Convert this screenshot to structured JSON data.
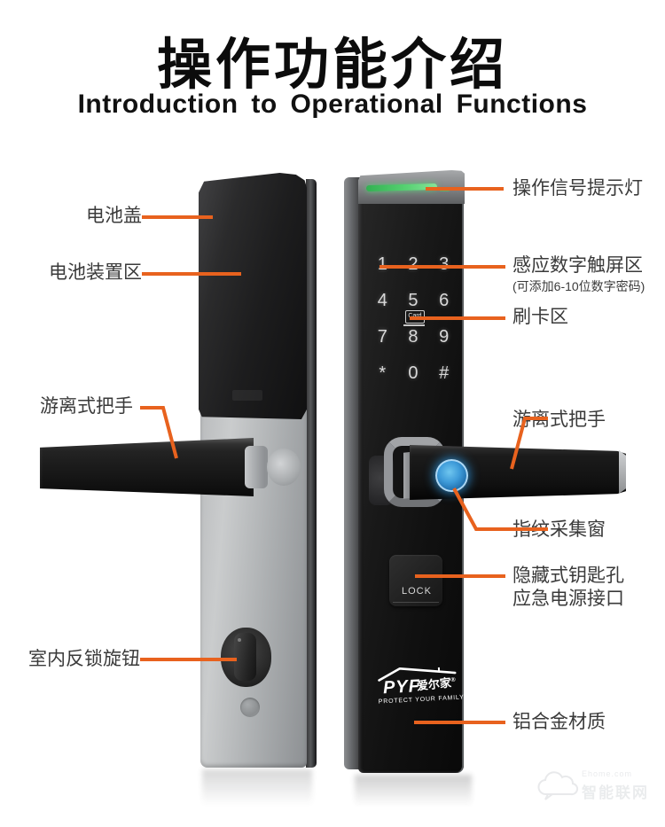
{
  "header": {
    "title": "操作功能介绍",
    "subtitle": "Introduction to Operational Functions"
  },
  "labels_left": [
    {
      "text": "电池盖"
    },
    {
      "text": "电池装置区"
    },
    {
      "text": "游离式把手"
    },
    {
      "text": "室内反锁旋钮"
    }
  ],
  "labels_right": [
    {
      "text": "操作信号提示灯"
    },
    {
      "text": "感应数字触屏区",
      "subtext": "(可添加6-10位数字密码)"
    },
    {
      "text": "刷卡区"
    },
    {
      "text": "游离式把手"
    },
    {
      "text": "指纹采集窗"
    },
    {
      "text": "隐藏式钥匙孔",
      "text2": "应急电源接口"
    },
    {
      "text": "铝合金材质"
    }
  ],
  "lock_front": {
    "keypad": {
      "keys": [
        "1",
        "2",
        "3",
        "4",
        "5",
        "6",
        "7",
        "8",
        "9",
        "*",
        "0",
        "#"
      ],
      "card_label": "Card"
    },
    "lock_cover_label": "LOCK",
    "logo": {
      "brand": "PYF",
      "brand_cn": "爱尔家",
      "reg": "®",
      "tagline": "PROTECT YOUR FAMILY"
    }
  },
  "watermark": {
    "line1": "Ehome.com",
    "line2": "智能联网"
  },
  "colors": {
    "accent_orange": "#e8621e",
    "led_green": "#4ec963",
    "fingerprint_blue": "#2e8fd0",
    "lock_black": "#141414",
    "lock_silver": "#b0b3b6"
  }
}
